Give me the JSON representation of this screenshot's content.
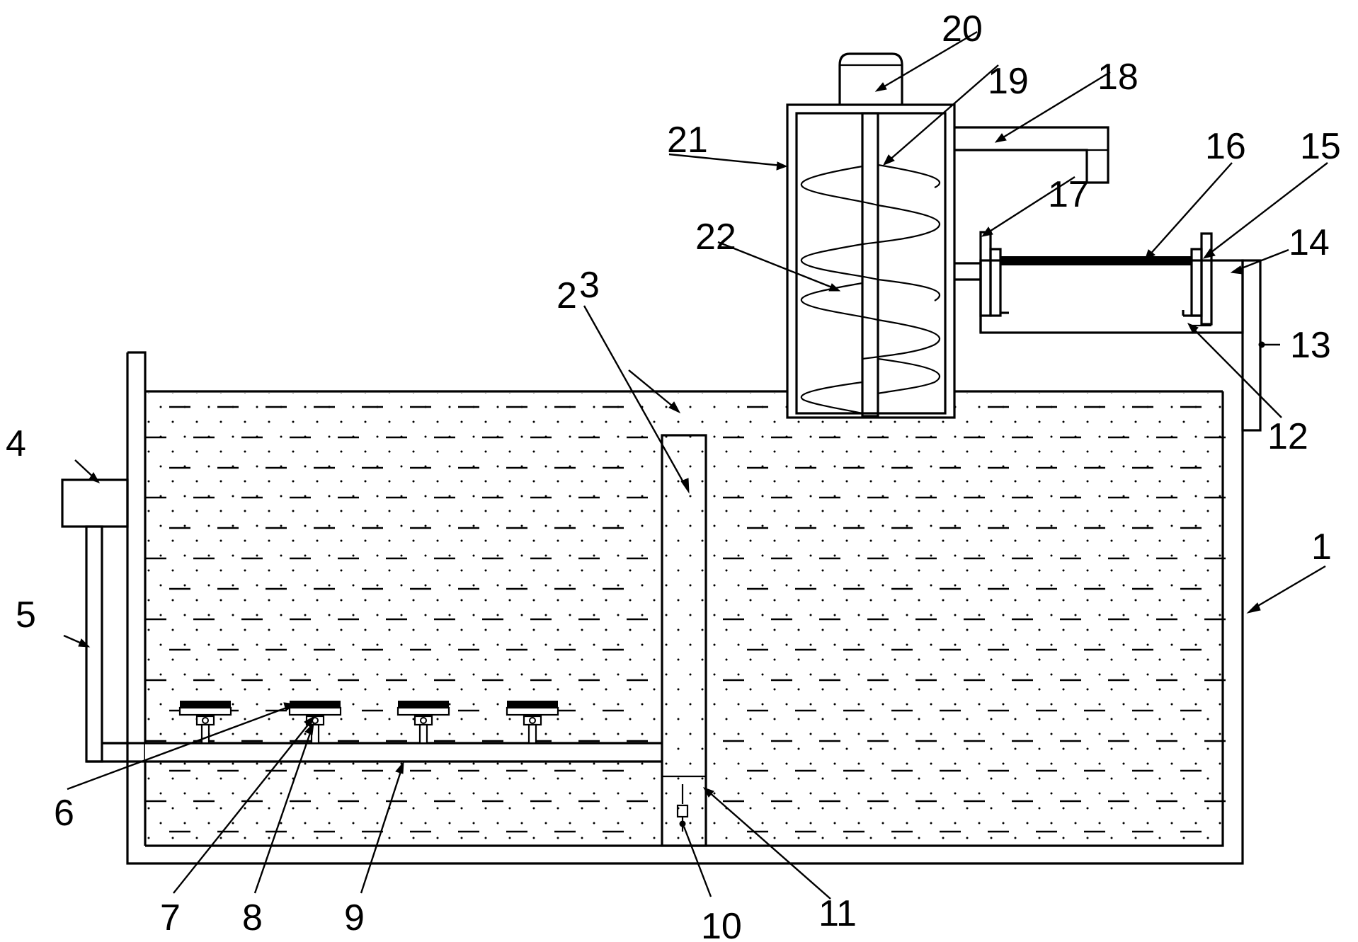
{
  "figure": {
    "labels": [
      {
        "id": "1",
        "text": "1"
      },
      {
        "id": "2",
        "text": "2"
      },
      {
        "id": "3",
        "text": "3"
      },
      {
        "id": "4",
        "text": "4"
      },
      {
        "id": "5",
        "text": "5"
      },
      {
        "id": "6",
        "text": "6"
      },
      {
        "id": "7",
        "text": "7"
      },
      {
        "id": "8",
        "text": "8"
      },
      {
        "id": "9",
        "text": "9"
      },
      {
        "id": "10",
        "text": "10"
      },
      {
        "id": "11",
        "text": "11"
      },
      {
        "id": "12",
        "text": "12"
      },
      {
        "id": "13",
        "text": "13"
      },
      {
        "id": "14",
        "text": "14"
      },
      {
        "id": "15",
        "text": "15"
      },
      {
        "id": "16",
        "text": "16"
      },
      {
        "id": "17",
        "text": "17"
      },
      {
        "id": "18",
        "text": "18"
      },
      {
        "id": "19",
        "text": "19"
      },
      {
        "id": "20",
        "text": "20"
      },
      {
        "id": "21",
        "text": "21"
      },
      {
        "id": "22",
        "text": "22"
      }
    ]
  }
}
